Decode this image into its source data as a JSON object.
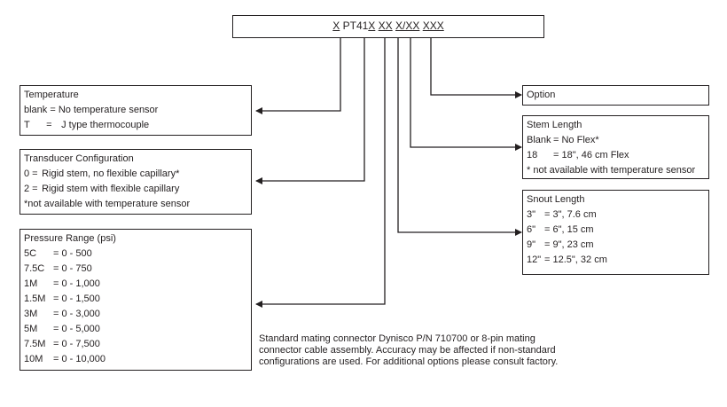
{
  "code": {
    "segments": [
      "X",
      "PT41",
      "X",
      "XX",
      "X/XX",
      "XXX"
    ]
  },
  "temperature": {
    "title": "Temperature",
    "rows": [
      {
        "key": "blank =",
        "value": "No temperature sensor"
      },
      {
        "key": "T",
        "eq": "=",
        "value": "J type thermocouple"
      }
    ]
  },
  "transducer": {
    "title": "Transducer Configuration",
    "rows": [
      {
        "key": "0 =",
        "value": "Rigid stem, no flexible capillary*"
      },
      {
        "key": "2 =",
        "value": "Rigid stem with flexible capillary"
      }
    ],
    "note": "*not available with temperature sensor"
  },
  "pressure": {
    "title": "Pressure Range (psi)",
    "rows": [
      {
        "key": "5C",
        "value": "= 0 - 500"
      },
      {
        "key": "7.5C",
        "value": "= 0 - 750"
      },
      {
        "key": "1M",
        "value": "= 0 - 1,000"
      },
      {
        "key": "1.5M",
        "value": "= 0 - 1,500"
      },
      {
        "key": "3M",
        "value": "= 0 - 3,000"
      },
      {
        "key": "5M",
        "value": "= 0 - 5,000"
      },
      {
        "key": "7.5M",
        "value": "= 0 - 7,500"
      },
      {
        "key": "10M",
        "value": "= 0 - 10,000"
      }
    ]
  },
  "option": {
    "title": "Option"
  },
  "stem": {
    "title": "Stem Length",
    "rows": [
      {
        "key": "Blank",
        "value": "=  No Flex*"
      },
      {
        "key": "18",
        "value": "=  18\", 46 cm Flex"
      }
    ],
    "note": "* not available with temperature sensor"
  },
  "snout": {
    "title": "Snout Length",
    "rows": [
      {
        "key": "3\"",
        "value": "= 3\", 7.6 cm"
      },
      {
        "key": "6\"",
        "value": "= 6\", 15 cm"
      },
      {
        "key": "9\"",
        "value": "= 9\", 23 cm"
      },
      {
        "key": "12\"",
        "value": "= 12.5\", 32 cm"
      }
    ]
  },
  "footnote": "Standard mating connector Dynisco P/N 710700 or 8-pin mating connector cable assembly. Accuracy may be affected if non-standard configurations are used. For additional options please consult factory."
}
